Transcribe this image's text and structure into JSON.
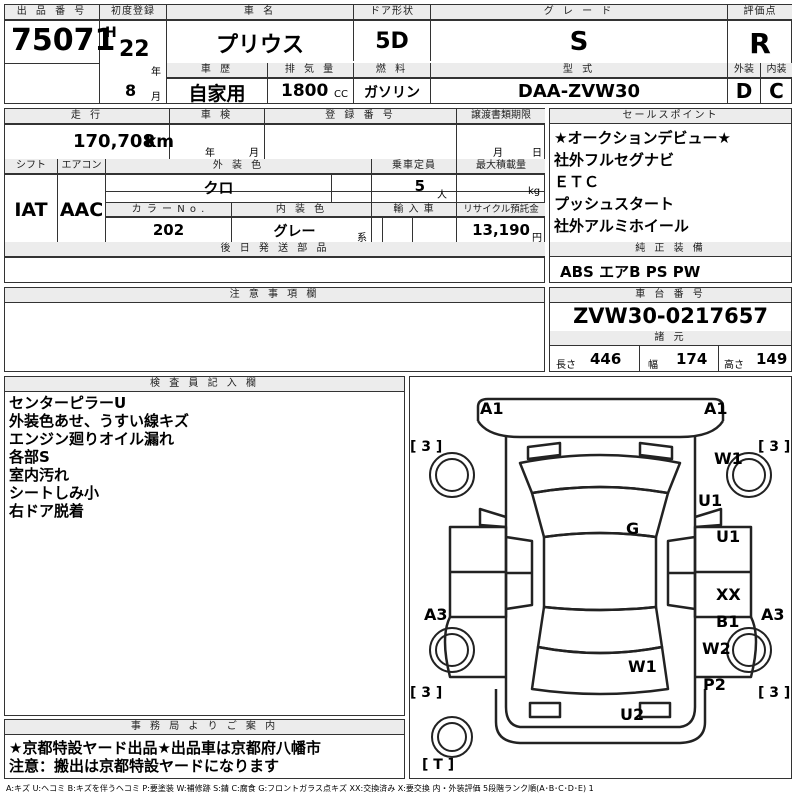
{
  "header": {
    "lot_label": "出 品 番 号",
    "lot": "75071",
    "first_reg_label": "初度登録",
    "era": "H",
    "year": "22",
    "year_unit": "年",
    "month": "8",
    "month_unit": "月",
    "name_label": "車 名",
    "name": "プリウス",
    "door_label": "ドア形状",
    "door": "5D",
    "grade_label": "グ レ ー ド",
    "grade": "S",
    "score_label": "評価点",
    "score": "R",
    "history_label": "車 歴",
    "history": "自家用",
    "displacement_label": "排 気 量",
    "displacement": "1800",
    "displacement_unit": "CC",
    "fuel_label": "燃 料",
    "fuel": "ガソリン",
    "model_label": "型 式",
    "model": "DAA-ZVW30",
    "exterior_grade_label": "外装",
    "exterior_grade": "D",
    "interior_grade_label": "内装",
    "interior_grade": "C"
  },
  "row2": {
    "mileage_label": "走 行",
    "mileage": "170,708",
    "mileage_unit": "km",
    "inspection_label": "車 検",
    "inspection_year_unit": "年",
    "inspection_month_unit": "月",
    "registration_label": "登 録 番 号",
    "transfer_label": "譲渡書類期限",
    "transfer_month_unit": "月",
    "transfer_day_unit": "日",
    "shift_label": "シフト",
    "shift": "IAT",
    "ac_label": "エアコン",
    "ac": "AAC",
    "color_label": "外 装 色",
    "color": "クロ",
    "capacity_label": "乗車定員",
    "capacity": "5",
    "capacity_unit": "人",
    "load_label": "最大積載量",
    "load_unit": "kg",
    "color_no_label": "カ ラ ー N o .",
    "color_no": "202",
    "interior_color_label": "内 装 色",
    "interior_color": "グレー",
    "interior_color_unit": "系",
    "import_label": "輸 入 車",
    "recycle_label": "リサイクル預託金",
    "recycle": "13,190",
    "recycle_unit": "円",
    "later_parts_label": "後 日 発 送 部 品"
  },
  "sales_points": {
    "label": "セールスポイント",
    "items": [
      "★オークションデビュー★",
      "社外フルセグナビ",
      "ＥＴＣ",
      "プッシュスタート",
      "社外アルミホイール"
    ]
  },
  "equipment": {
    "label": "純 正 装 備",
    "value": "ABS エアB PS PW"
  },
  "caution": {
    "label": "注 意 事 項 欄"
  },
  "chassis": {
    "label": "車 台 番 号",
    "value": "ZVW30-0217657",
    "specs_label": "諸 元",
    "length_label": "長さ",
    "length": "446",
    "width_label": "幅",
    "width": "174",
    "height_label": "高さ",
    "height": "149"
  },
  "inspector": {
    "label": "検 査 員 記 入 欄",
    "notes": [
      "センターピラーU",
      "外装色あせ、うすい線キズ",
      "エンジン廻りオイル漏れ",
      "各部S",
      "室内汚れ",
      "シートしみ小",
      "右ドア脱着"
    ]
  },
  "office": {
    "label": "事 務 局 よ り ご 案 内",
    "lines": [
      "★京都特設ヤード出品★出品車は京都府八幡市",
      "注意：搬出は京都特設ヤードになります"
    ]
  },
  "diagram": {
    "marks": {
      "a1_left": "A1",
      "a1_right": "A1",
      "tire_fl": "[ 3 ]",
      "tire_fr": "[ 3 ]",
      "w1_front": "W1",
      "u1_upper": "U1",
      "u1_lower": "U1",
      "g": "G",
      "xx": "XX",
      "b1": "B1",
      "a3_left": "A3",
      "a3_right": "A3",
      "w2": "W2",
      "w1_rear": "W1",
      "p2": "P2",
      "tire_rl": "[ 3 ]",
      "tire_rr": "[ 3 ]",
      "u2": "U2",
      "spare": "[ T ]"
    }
  },
  "legend": "A:キズ U:ヘコミ B:キズを伴うヘコミ P:要塗装 W:補修跡 S:錆 C:腐食 G:フロントガラス点キズ XX:交換済み X:要交換 内・外装評価 5段階ランク順(A･B･C･D･E) 1"
}
